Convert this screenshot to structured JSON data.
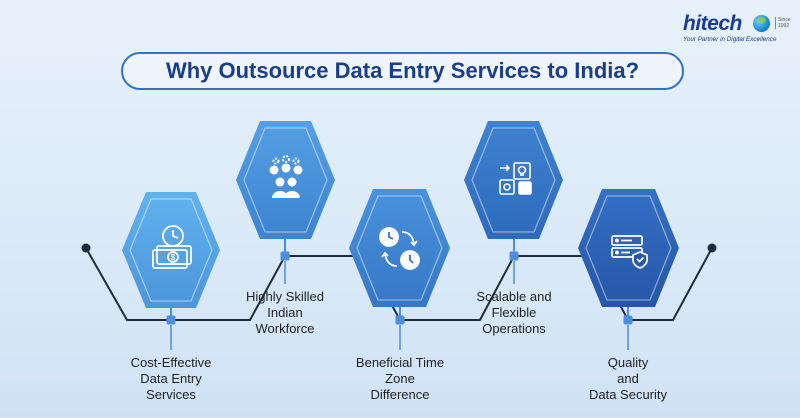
{
  "logo": {
    "word": "hitech",
    "since_line1": "Since",
    "since_line2": "1992",
    "tagline": "Your Partner in Digital Excellence"
  },
  "title": "Why Outsource Data Entry Services to India?",
  "colors": {
    "title_text": "#1b3e8c",
    "title_border": "#2d73c9",
    "connector_line": "#1e2b3f",
    "marker": "#4d8fdc",
    "hex_light": "#5aa6e8",
    "hex_dark": "#2a5cb8"
  },
  "items": [
    {
      "icon": "money-clock-icon",
      "label_lines": [
        "Cost-Effective",
        "Data Entry",
        "Services"
      ]
    },
    {
      "icon": "team-gears-icon",
      "label_lines": [
        "Highly Skilled",
        "Indian",
        "Workforce"
      ]
    },
    {
      "icon": "time-zone-clocks-icon",
      "label_lines": [
        "Beneficial Time",
        "Zone",
        "Difference"
      ]
    },
    {
      "icon": "scalable-ideas-icon",
      "label_lines": [
        "Scalable and",
        "Flexible",
        "Operations"
      ]
    },
    {
      "icon": "server-shield-icon",
      "label_lines": [
        "Quality",
        "and",
        "Data Security"
      ]
    }
  ]
}
